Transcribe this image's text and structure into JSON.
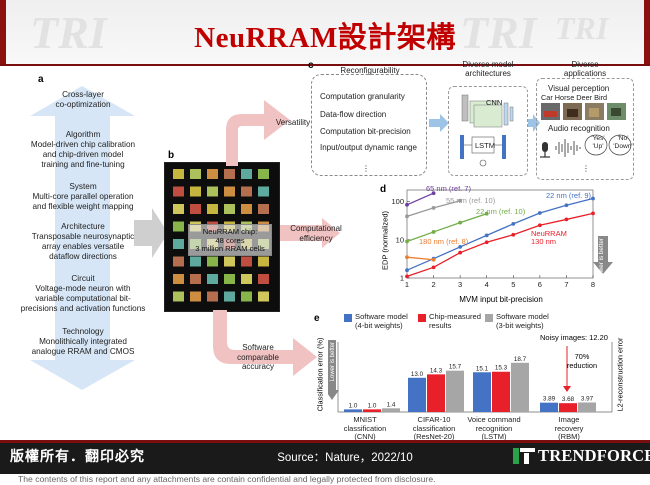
{
  "header": {
    "title": "NeuRRAM設計架構"
  },
  "panel_letters": {
    "a": "a",
    "b": "b",
    "c": "c",
    "d": "d",
    "e": "e"
  },
  "panel_a": {
    "items": [
      {
        "text": "Cross-layer\nco-optimization"
      },
      {
        "text": "Algorithm\nModel-driven chip calibration\nand chip-driven model\ntraining and fine-tuning"
      },
      {
        "text": "System\nMulti-core parallel operation\nand flexible weight mapping"
      },
      {
        "text": "Architecture\nTransposable neurosynaptic\narray enables versatile\ndataflow directions"
      },
      {
        "text": "Circuit\nVoltage-mode neuron with\nvariable computational bit-\nprecisions and activation functions"
      },
      {
        "text": "Technology\nMonolithically integrated\nanalogue RRAM and CMOS"
      }
    ]
  },
  "panel_b": {
    "chip_label": "NeuRRAM chip:\n48 cores\n3 million RRAM cells"
  },
  "arrows": {
    "versatility": "Versatility",
    "efficiency": "Computational\nefficiency",
    "accuracy": "Software\ncomparable\naccuracy"
  },
  "panel_c": {
    "reconfig_title": "Reconfigurability",
    "reconfig_items": [
      "Computation granularity",
      "Data-flow direction",
      "Computation bit-precision",
      "Input/output dynamic range"
    ],
    "arch_title": "Diverse model\narchitectures",
    "arch_cnn": "CNN",
    "arch_lstm": "LSTM",
    "app_title": "Diverse\napplications",
    "visual_title": "Visual perception",
    "visual_classes": "Car Horse Deer  Bird",
    "audio_title": "Audio recognition",
    "audio_yes": "'Yes'",
    "audio_up": "'Up'",
    "audio_no": "'No'",
    "audio_down": "'Down'"
  },
  "chart_data": [
    {
      "type": "line",
      "title": "",
      "xlabel": "MVM input bit-precision",
      "ylabel": "EDP (normalized)",
      "x": [
        1,
        2,
        3,
        4,
        5,
        6,
        7,
        8
      ],
      "ylim": [
        1,
        200
      ],
      "yscale": "log",
      "yticks": [
        "1",
        "10",
        "100"
      ],
      "xticks": [
        "1",
        "2",
        "3",
        "4",
        "5",
        "6",
        "7",
        "8"
      ],
      "annotation": "Lower is better",
      "series": [
        {
          "name": "22 nm (ref. 9)",
          "color": "#4472c4",
          "x": [
            1,
            2,
            3,
            4,
            5,
            6,
            7,
            8
          ],
          "values": [
            1.6,
            3.2,
            6.5,
            13,
            26,
            50,
            80,
            120
          ]
        },
        {
          "name": "NeuRRAM\n130 nm",
          "color": "#e8202a",
          "x": [
            1,
            2,
            3,
            4,
            5,
            6,
            7,
            8
          ],
          "values": [
            1.1,
            1.9,
            4.6,
            8.6,
            13.5,
            24,
            34,
            49
          ]
        },
        {
          "name": "22 nm (ref. 10)",
          "color": "#70ad47",
          "x": [
            1,
            2,
            3,
            4
          ],
          "values": [
            9,
            16,
            28,
            48
          ]
        },
        {
          "name": "55 nm (ref. 10)",
          "color": "#999999",
          "x": [
            1,
            2,
            3
          ],
          "values": [
            41,
            68,
            105
          ]
        },
        {
          "name": "65 nm (ref. 7)",
          "color": "#6f3fa0",
          "x": [
            1,
            2
          ],
          "values": [
            82,
            165
          ]
        },
        {
          "name": "180 nm (ref. 8)",
          "color": "#ed7d31",
          "x": [
            1,
            2
          ],
          "values": [
            3.5,
            3.0
          ]
        }
      ]
    },
    {
      "type": "bar",
      "title": "",
      "ylabel": "Classification error (%)",
      "y2label": "L2-reconstruction error",
      "annotation": "Lower is better",
      "noisy_images": "Noisy images: 12.20",
      "reduction": "70%\nreduction",
      "categories": [
        "MNIST\nclassification\n(CNN)",
        "CIFAR-10\nclassification\n(ResNet-20)",
        "Voice command\nrecognition\n(LSTM)",
        "Image\nrecovery\n(RBM)"
      ],
      "series": [
        {
          "name": "Software model\n(4-bit weights)",
          "color": "#4472c4",
          "values": [
            1.0,
            13.0,
            15.1,
            3.89
          ]
        },
        {
          "name": "Chip-measured\nresults",
          "color": "#e8202a",
          "values": [
            1.0,
            14.3,
            15.3,
            3.68
          ]
        },
        {
          "name": "Software model\n(3-bit weights)",
          "color": "#a6a6a6",
          "values": [
            1.4,
            15.7,
            18.7,
            3.97
          ]
        }
      ],
      "value_labels": [
        [
          "1.0",
          "1.0",
          "1.4"
        ],
        [
          "13.0",
          "14.3",
          "15.7"
        ],
        [
          "15.1",
          "15.3",
          "18.7"
        ],
        [
          "3.89",
          "3.68",
          "3.97"
        ]
      ]
    }
  ],
  "footer": {
    "rights": "版權所有．翻印必究",
    "source": "Source：Nature，2022/10",
    "brand": "TRENDFORCE",
    "disclaimer": "The contents of this report and any attachments are contain confidential and legally protected from disclosure."
  },
  "colors": {
    "title_red": "#c00000",
    "footer_bg": "#1a1a1a",
    "accent_maroon": "#7a0e0e",
    "arrow_pink": "#f2c4c4",
    "arrow_blue": "#cfe3f5"
  }
}
